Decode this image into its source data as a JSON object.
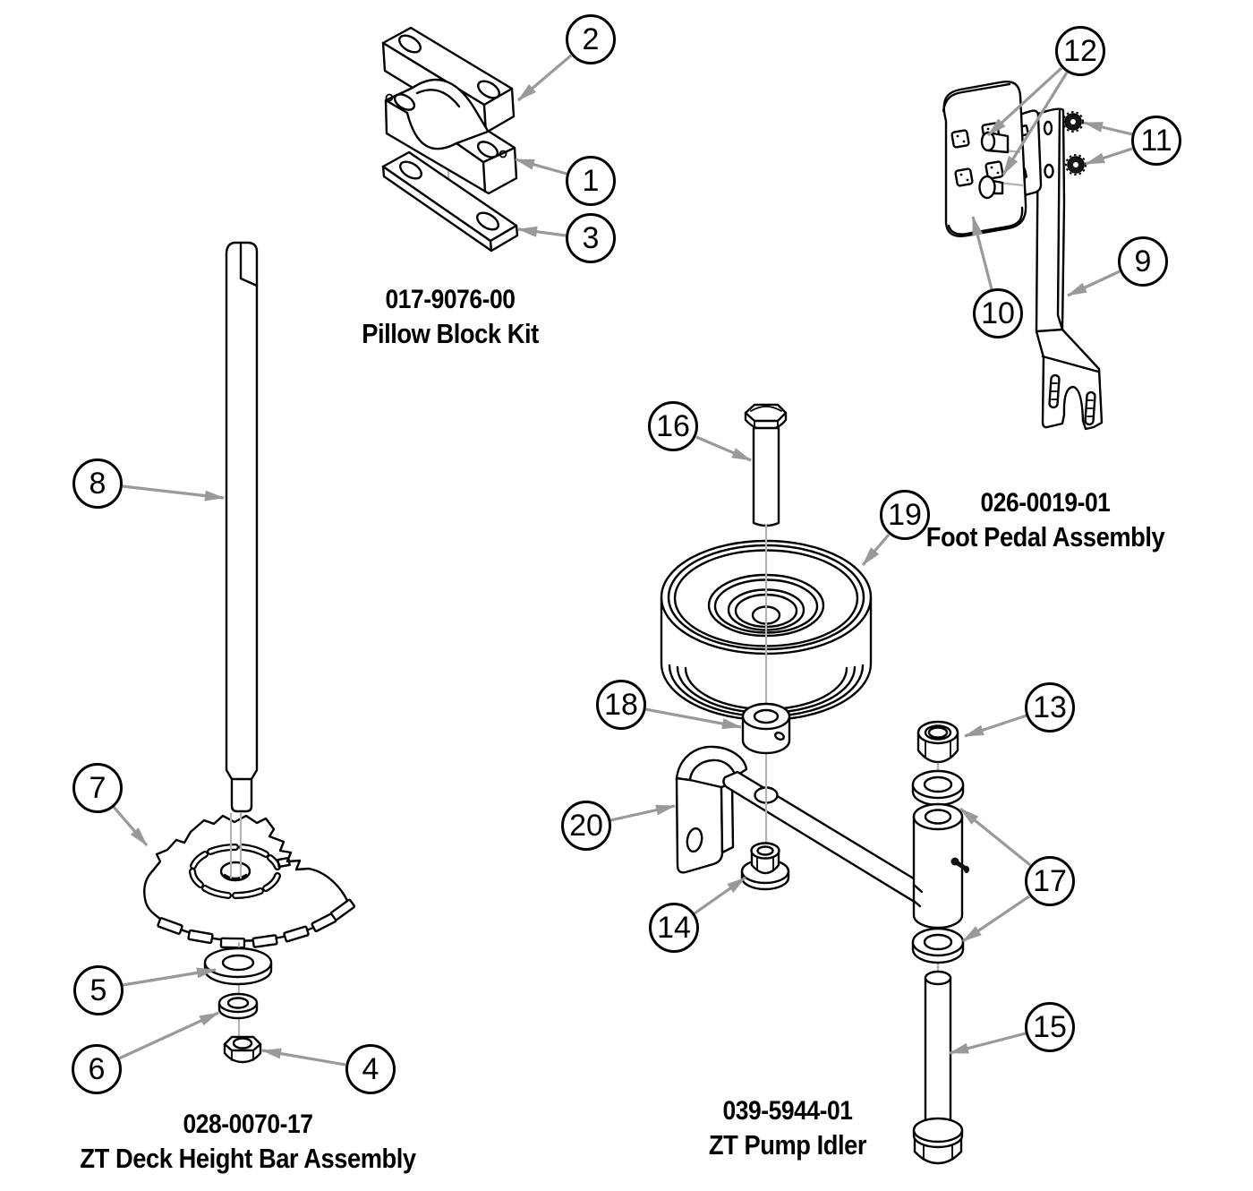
{
  "colors": {
    "background": "#ffffff",
    "line_art": "#000000",
    "leader": "#999999",
    "axis_line": "#b3b3b3",
    "callout_text": "#000000"
  },
  "callouts": [
    {
      "label": "1"
    },
    {
      "label": "2"
    },
    {
      "label": "3"
    },
    {
      "label": "4"
    },
    {
      "label": "5"
    },
    {
      "label": "6"
    },
    {
      "label": "7"
    },
    {
      "label": "8"
    },
    {
      "label": "9"
    },
    {
      "label": "10"
    },
    {
      "label": "11"
    },
    {
      "label": "12"
    },
    {
      "label": "13"
    },
    {
      "label": "14"
    },
    {
      "label": "15"
    },
    {
      "label": "16"
    },
    {
      "label": "17"
    },
    {
      "label": "18"
    },
    {
      "label": "19"
    },
    {
      "label": "20"
    }
  ],
  "assemblies": [
    {
      "id": "pillow-block-kit",
      "part_number": "017-9076-00",
      "name": "Pillow Block Kit",
      "callout_numbers": [
        "1",
        "2",
        "3"
      ]
    },
    {
      "id": "foot-pedal-assembly",
      "part_number": "026-0019-01",
      "name": "Foot Pedal Assembly",
      "callout_numbers": [
        "9",
        "10",
        "11",
        "12"
      ]
    },
    {
      "id": "zt-deck-height-bar-assembly",
      "part_number": "028-0070-17",
      "name": "ZT Deck Height Bar Assembly",
      "callout_numbers": [
        "4",
        "5",
        "6",
        "7",
        "8"
      ]
    },
    {
      "id": "zt-pump-idler",
      "part_number": "039-5944-01",
      "name": "ZT Pump Idler",
      "callout_numbers": [
        "13",
        "14",
        "15",
        "16",
        "17",
        "18",
        "19",
        "20"
      ]
    }
  ]
}
